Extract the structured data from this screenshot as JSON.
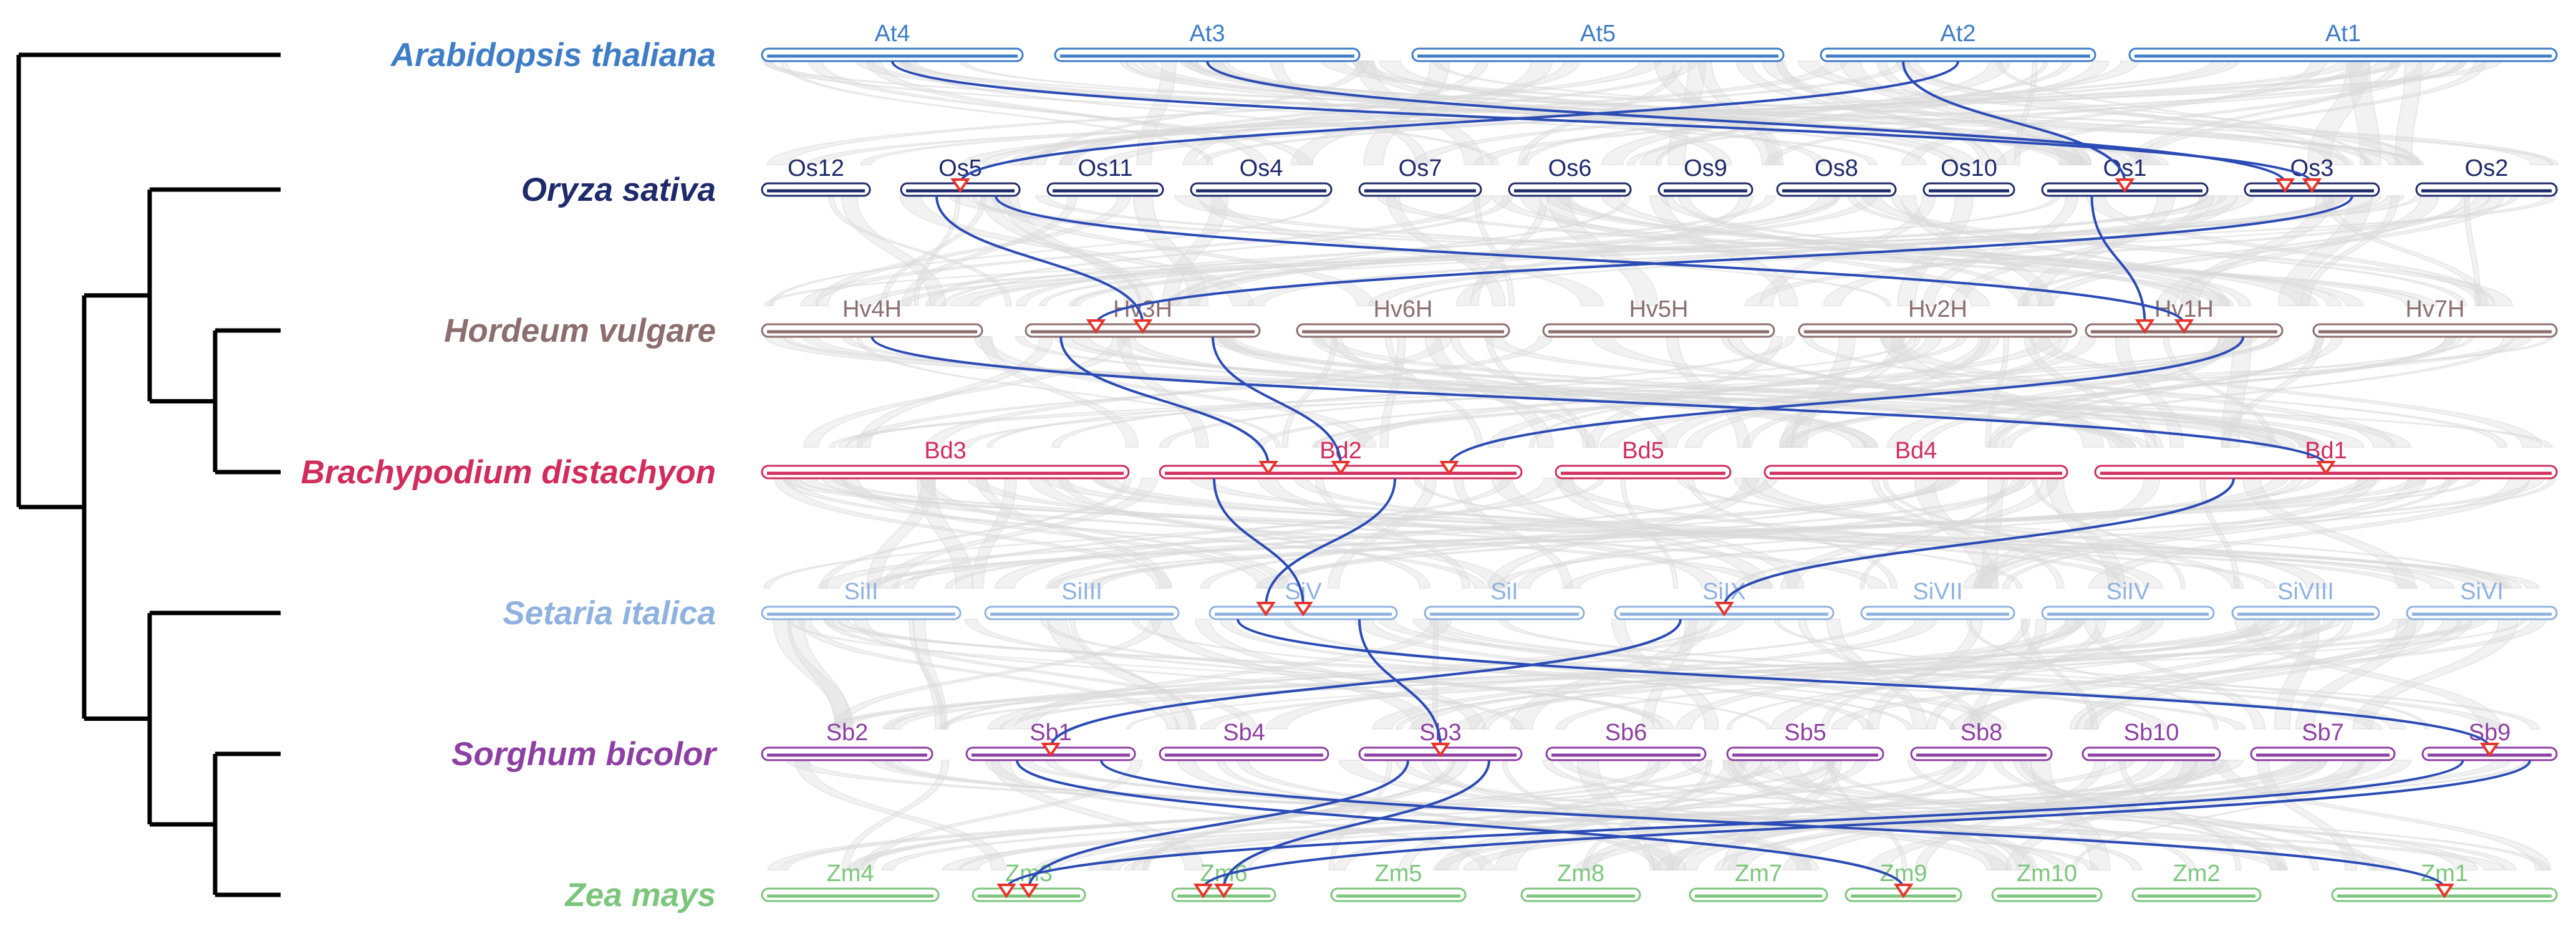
{
  "species": [
    {
      "name": "Arabidopsis thaliana",
      "color": "#3f7dc6",
      "chromosomes": [
        "At4",
        "At3",
        "At5",
        "At2",
        "At1"
      ]
    },
    {
      "name": "Oryza sativa",
      "color": "#1f2a6b",
      "chromosomes": [
        "Os12",
        "Os5",
        "Os11",
        "Os4",
        "Os7",
        "Os6",
        "Os9",
        "Os8",
        "Os10",
        "Os1",
        "Os3",
        "Os2"
      ]
    },
    {
      "name": "Hordeum vulgare",
      "color": "#8c6e6e",
      "chromosomes": [
        "Hv4H",
        "Hv3H",
        "Hv6H",
        "Hv5H",
        "Hv2H",
        "Hv1H",
        "Hv7H"
      ]
    },
    {
      "name": "Brachypodium distachyon",
      "color": "#d22c5c",
      "chromosomes": [
        "Bd3",
        "Bd2",
        "Bd5",
        "Bd4",
        "Bd1"
      ]
    },
    {
      "name": "Setaria italica",
      "color": "#8fb2e0",
      "chromosomes": [
        "SiII",
        "SiIII",
        "SiV",
        "SiI",
        "SiIX",
        "SiVII",
        "SiIV",
        "SiVIII",
        "SiVI"
      ]
    },
    {
      "name": "Sorghum bicolor",
      "color": "#8e3fa3",
      "chromosomes": [
        "Sb2",
        "Sb1",
        "Sb4",
        "Sb3",
        "Sb6",
        "Sb5",
        "Sb8",
        "Sb10",
        "Sb7",
        "Sb9"
      ]
    },
    {
      "name": "Zea mays",
      "color": "#7cc67c",
      "chromosomes": [
        "Zm4",
        "Zm3",
        "Zm6",
        "Zm5",
        "Zm8",
        "Zm7",
        "Zm9",
        "Zm10",
        "Zm2",
        "Zm1"
      ]
    }
  ],
  "colors": {
    "tree": "#000000",
    "background_links": "#d9d9d9",
    "highlight_links": "#2b4bb5",
    "markers": "#e8342a"
  },
  "highlight_links": [
    {
      "from": {
        "row": 0,
        "chr": "At4"
      },
      "to": {
        "row": 1,
        "chr": "Os3"
      }
    },
    {
      "from": {
        "row": 0,
        "chr": "At3"
      },
      "to": {
        "row": 1,
        "chr": "Os3"
      }
    },
    {
      "from": {
        "row": 0,
        "chr": "At2"
      },
      "to": {
        "row": 1,
        "chr": "Os5"
      }
    },
    {
      "from": {
        "row": 0,
        "chr": "At2"
      },
      "to": {
        "row": 1,
        "chr": "Os1"
      }
    },
    {
      "from": {
        "row": 1,
        "chr": "Os5"
      },
      "to": {
        "row": 2,
        "chr": "Hv3H"
      }
    },
    {
      "from": {
        "row": 1,
        "chr": "Os5"
      },
      "to": {
        "row": 2,
        "chr": "Hv1H"
      }
    },
    {
      "from": {
        "row": 1,
        "chr": "Os1"
      },
      "to": {
        "row": 2,
        "chr": "Hv1H"
      }
    },
    {
      "from": {
        "row": 1,
        "chr": "Os3"
      },
      "to": {
        "row": 2,
        "chr": "Hv3H"
      }
    },
    {
      "from": {
        "row": 2,
        "chr": "Hv3H"
      },
      "to": {
        "row": 3,
        "chr": "Bd2"
      }
    },
    {
      "from": {
        "row": 2,
        "chr": "Hv3H"
      },
      "to": {
        "row": 3,
        "chr": "Bd2"
      }
    },
    {
      "from": {
        "row": 2,
        "chr": "Hv1H"
      },
      "to": {
        "row": 3,
        "chr": "Bd2"
      }
    },
    {
      "from": {
        "row": 2,
        "chr": "Hv4H"
      },
      "to": {
        "row": 3,
        "chr": "Bd1"
      }
    },
    {
      "from": {
        "row": 3,
        "chr": "Bd2"
      },
      "to": {
        "row": 4,
        "chr": "SiV"
      }
    },
    {
      "from": {
        "row": 3,
        "chr": "Bd2"
      },
      "to": {
        "row": 4,
        "chr": "SiV"
      }
    },
    {
      "from": {
        "row": 3,
        "chr": "Bd1"
      },
      "to": {
        "row": 4,
        "chr": "SiIX"
      }
    },
    {
      "from": {
        "row": 4,
        "chr": "SiV"
      },
      "to": {
        "row": 5,
        "chr": "Sb3"
      }
    },
    {
      "from": {
        "row": 4,
        "chr": "SiV"
      },
      "to": {
        "row": 5,
        "chr": "Sb9"
      }
    },
    {
      "from": {
        "row": 4,
        "chr": "SiIX"
      },
      "to": {
        "row": 5,
        "chr": "Sb1"
      }
    },
    {
      "from": {
        "row": 5,
        "chr": "Sb1"
      },
      "to": {
        "row": 6,
        "chr": "Zm9"
      }
    },
    {
      "from": {
        "row": 5,
        "chr": "Sb1"
      },
      "to": {
        "row": 6,
        "chr": "Zm1"
      }
    },
    {
      "from": {
        "row": 5,
        "chr": "Sb3"
      },
      "to": {
        "row": 6,
        "chr": "Zm3"
      }
    },
    {
      "from": {
        "row": 5,
        "chr": "Sb3"
      },
      "to": {
        "row": 6,
        "chr": "Zm6"
      }
    },
    {
      "from": {
        "row": 5,
        "chr": "Sb9"
      },
      "to": {
        "row": 6,
        "chr": "Zm3"
      }
    },
    {
      "from": {
        "row": 5,
        "chr": "Sb9"
      },
      "to": {
        "row": 6,
        "chr": "Zm6"
      }
    }
  ]
}
